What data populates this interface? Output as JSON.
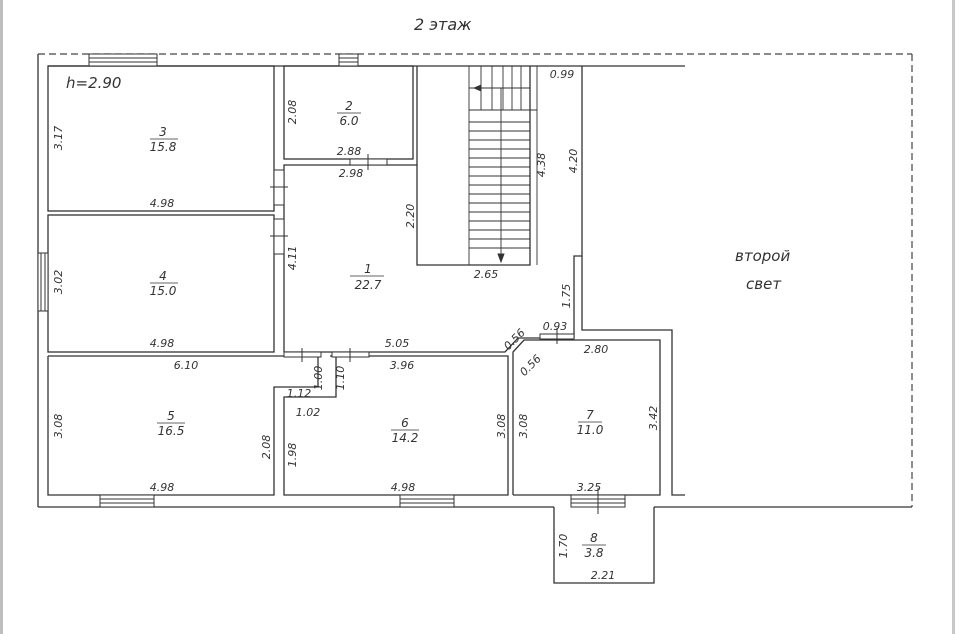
{
  "title": "2 этаж",
  "ceiling_height": "h=2.90",
  "second_light": [
    "второй",
    "свет"
  ],
  "rooms": [
    {
      "number": "1",
      "area": "22.7"
    },
    {
      "number": "2",
      "area": "6.0"
    },
    {
      "number": "3",
      "area": "15.8"
    },
    {
      "number": "4",
      "area": "15.0"
    },
    {
      "number": "5",
      "area": "16.5"
    },
    {
      "number": "6",
      "area": "14.2"
    },
    {
      "number": "7",
      "area": "11.0"
    },
    {
      "number": "8",
      "area": "3.8"
    }
  ],
  "dimensions": {
    "r3_h": "3.17",
    "r3_w": "4.98",
    "r2_h": "2.08",
    "r2_w": "2.88",
    "hall_top": "2.98",
    "stair_side": "2.20",
    "stair_w": "2.65",
    "stair_len": "4.38",
    "stair_top": "0.99",
    "wall_420": "4.20",
    "r4_h": "3.02",
    "r4_w": "4.98",
    "hall_h": "4.11",
    "hall_w": "5.05",
    "wall_175": "1.75",
    "d056a": "0.56",
    "d056b": "0.56",
    "d093": "0.93",
    "r5_top": "6.10",
    "r5_h": "3.08",
    "r5_w": "4.98",
    "r5_notch_h": "2.08",
    "r5_notch_w": "1.12",
    "n100": "1.00",
    "n110": "1.10",
    "r6_top": "3.96",
    "r6_notch_w": "1.02",
    "r6_h_left": "1.98",
    "r6_h": "3.08",
    "r6_w": "4.98",
    "r7_top": "2.80",
    "r7_h_left": "3.08",
    "r7_h": "3.42",
    "r7_w": "3.25",
    "r8_h": "1.70",
    "r8_w": "2.21"
  }
}
